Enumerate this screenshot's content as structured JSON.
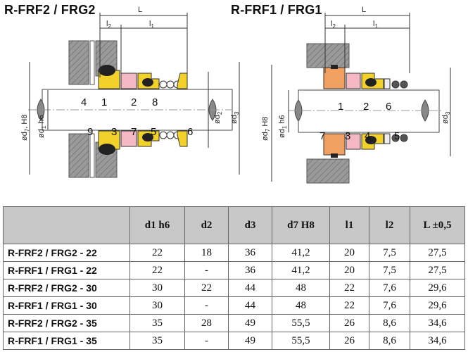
{
  "titles": {
    "left": "R-FRF2 / FRG2",
    "right": "R-FRF1 / FRG1"
  },
  "drawing_left": {
    "dims": {
      "L": "L",
      "l2": "l",
      "l2_sub": "2",
      "l1": "l",
      "l1_sub": "1",
      "d7": "ød",
      "d7_sub": "7",
      "d7_tol": ", H8",
      "d1": "ød",
      "d1_sub": "1",
      "d1_tol": " h6",
      "d2": "ød",
      "d2_sub": "2",
      "d3": "ød",
      "d3_sub": "3"
    },
    "part_labels": [
      "4",
      "1",
      "2",
      "8",
      "9",
      "3",
      "7",
      "5",
      "6"
    ]
  },
  "drawing_right": {
    "dims": {
      "L": "L",
      "l2": "l",
      "l2_sub": "2",
      "l1": "l",
      "l1_sub": "1",
      "d7": "ød",
      "d7_sub": "7",
      "d7_tol": " H8",
      "d1": "ød",
      "d1_sub": "1",
      "d1_tol": " h6",
      "d3": "ød",
      "d3_sub": "3"
    },
    "part_labels": [
      "1",
      "2",
      "6",
      "7",
      "3",
      "4",
      "5"
    ]
  },
  "colors": {
    "yellow": "#f2d22a",
    "pink": "#f4b8c2",
    "orange": "#f0a060",
    "gray": "#a0a0a0",
    "header_bg": "#c8c8c8"
  },
  "table": {
    "headers": [
      "",
      "d1 h6",
      "d2",
      "d3",
      "d7 H8",
      "l1",
      "l2",
      "L ±0,5"
    ],
    "rows": [
      [
        "R-FRF2 / FRG2 - 22",
        "22",
        "18",
        "36",
        "41,2",
        "20",
        "7,5",
        "27,5"
      ],
      [
        "R-FRF1 / FRG1 - 22",
        "22",
        "-",
        "36",
        "41,2",
        "20",
        "7,5",
        "27,5"
      ],
      [
        "R-FRF2 / FRG2 - 30",
        "30",
        "22",
        "44",
        "48",
        "22",
        "7,6",
        "29,6"
      ],
      [
        "R-FRF1 / FRG1 - 30",
        "30",
        "-",
        "44",
        "48",
        "22",
        "7,6",
        "29,6"
      ],
      [
        "R-FRF2 / FRG2 - 35",
        "35",
        "28",
        "49",
        "55,5",
        "26",
        "8,6",
        "34,6"
      ],
      [
        "R-FRF1 / FRG1 - 35",
        "35",
        "-",
        "49",
        "55,5",
        "26",
        "8,6",
        "34,6"
      ]
    ]
  }
}
